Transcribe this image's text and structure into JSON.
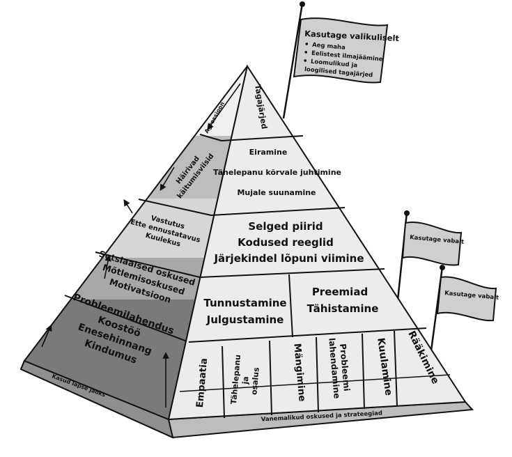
{
  "flags": {
    "selective": {
      "title": "Kasutage valikuliselt",
      "items": [
        "Aeg maha",
        "Eelistest ilmajäämine",
        "Loomulikud ja",
        "loogilised tagajärjed"
      ]
    },
    "free_1": {
      "label": "Kasutage vabalt"
    },
    "free_2": {
      "label": "Kasutage vabalt"
    }
  },
  "front": {
    "top": "Tagajärjed",
    "tier2": [
      "Eiramine",
      "Tähelepanu kõrvale juhtimine",
      "Mujale suunamine"
    ],
    "tier3": [
      "Selged piirid",
      "Kodused reeglid",
      "Järjekindel lõpuni viimine"
    ],
    "tier4_left": [
      "Tunnustamine",
      "Julgustamine"
    ],
    "tier4_right": [
      "Preemiad",
      "Tähistamine"
    ],
    "base_columns": [
      [
        "Empaatia"
      ],
      [
        "Tähelepanu",
        "ja",
        "osalus"
      ],
      [
        "Mängimine"
      ],
      [
        "Probleemi",
        "lahendamine"
      ],
      [
        "Kuulamine"
      ],
      [
        "Rääkimine"
      ]
    ],
    "base_strip": "Vanemalikud oskused ja strateegiad"
  },
  "side": {
    "top": "Agressioon",
    "tier2": [
      "Häirivad",
      "käitumisviisid"
    ],
    "tier3": [
      "Vastutus",
      "Ette ennustatavus",
      "Kuulekus"
    ],
    "tier4": [
      "Sotsiaalsed oskused",
      "Mõtlemisoskused",
      "Motivatsioon"
    ],
    "tier5": [
      "Probleemilahendus",
      "Koostöö",
      "Enesehinnang",
      "Kindumus"
    ],
    "base_strip": "Kasud lapse jaoks"
  }
}
